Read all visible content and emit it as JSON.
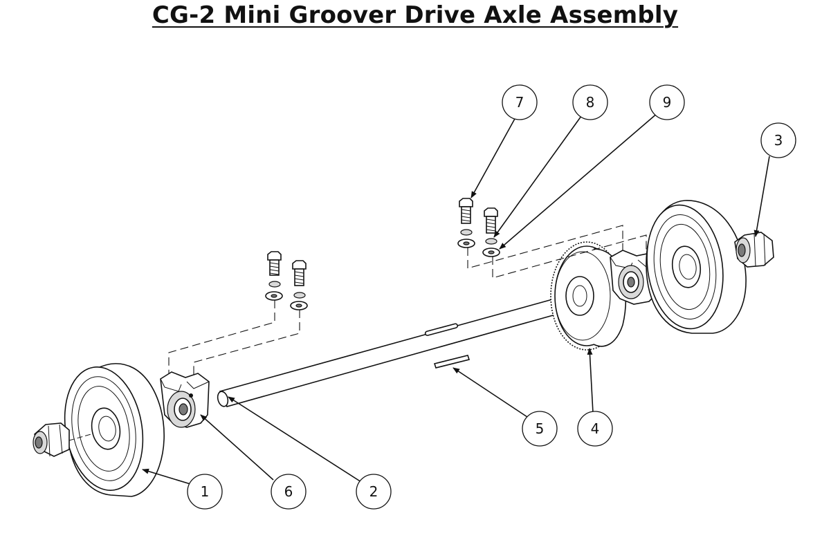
{
  "title": "CG-2 Mini Groover Drive Axle Assembly",
  "balloons": [
    {
      "id": "1",
      "label": "1"
    },
    {
      "id": "2",
      "label": "2"
    },
    {
      "id": "3",
      "label": "3"
    },
    {
      "id": "4",
      "label": "4"
    },
    {
      "id": "5",
      "label": "5"
    },
    {
      "id": "6",
      "label": "6"
    },
    {
      "id": "7",
      "label": "7"
    },
    {
      "id": "8",
      "label": "8"
    },
    {
      "id": "9",
      "label": "9"
    }
  ]
}
